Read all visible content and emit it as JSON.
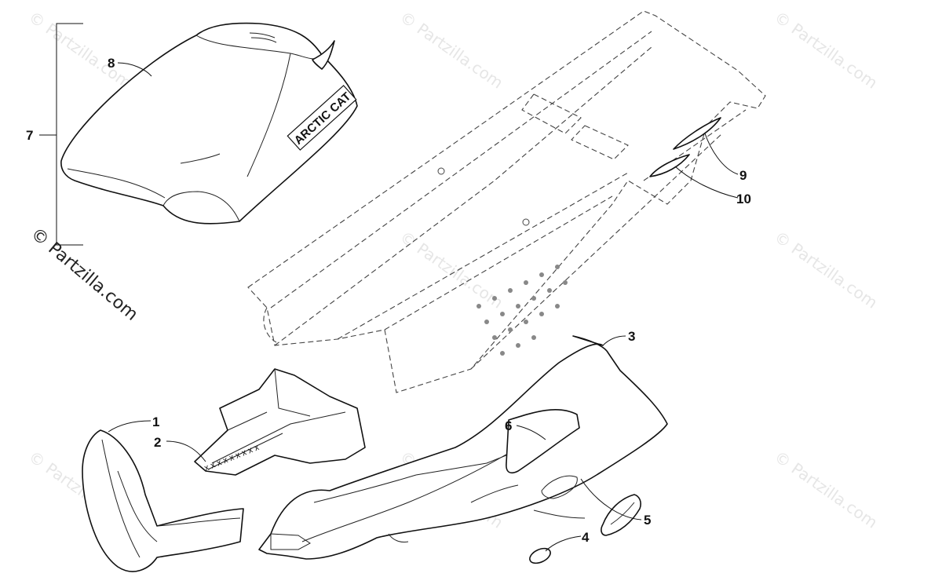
{
  "watermark": {
    "text": "© Partzilla.com"
  },
  "copyright": {
    "text": "© Partzilla.com"
  },
  "seat_graphic": {
    "text": "ARCTIC CAT"
  },
  "callouts": [
    {
      "id": "c1",
      "number": "1"
    },
    {
      "id": "c2",
      "number": "2"
    },
    {
      "id": "c3",
      "number": "3"
    },
    {
      "id": "c4",
      "number": "4"
    },
    {
      "id": "c5",
      "number": "5"
    },
    {
      "id": "c6",
      "number": "6"
    },
    {
      "id": "c7",
      "number": "7"
    },
    {
      "id": "c8",
      "number": "8"
    },
    {
      "id": "c9",
      "number": "9"
    },
    {
      "id": "c10",
      "number": "10"
    }
  ],
  "colors": {
    "line": "#111111",
    "watermark": "#e6e6e6",
    "background": "#ffffff"
  }
}
